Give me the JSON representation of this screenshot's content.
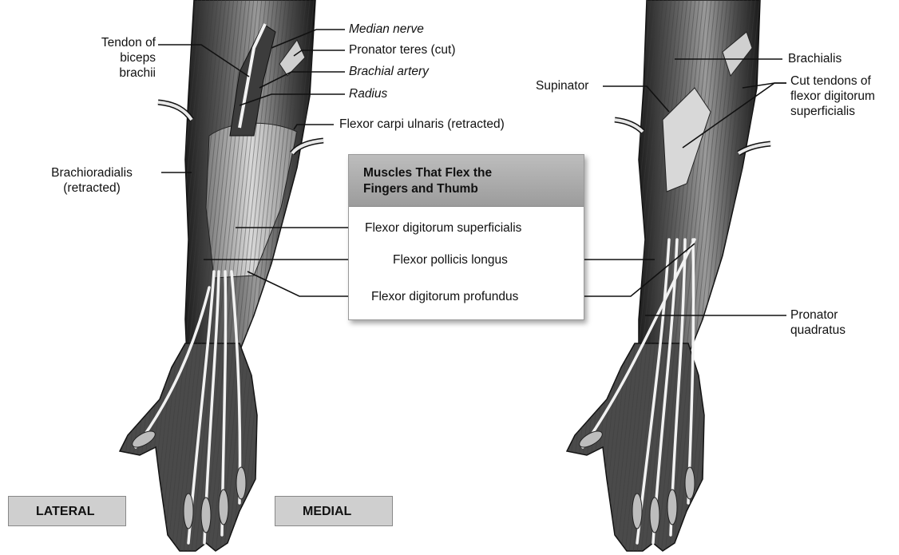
{
  "diagram": {
    "legend_title_line1": "Muscles That Flex the",
    "legend_title_line2": "Fingers and Thumb",
    "legend_items": [
      "Flexor digitorum superficialis",
      "Flexor pollicis longus",
      "Flexor digitorum profundus"
    ],
    "left_labels": {
      "tendon_biceps": [
        "Tendon of",
        "biceps",
        "brachii"
      ],
      "median_nerve": "Median nerve",
      "pronator_teres": "Pronator teres (cut)",
      "brachial_artery": "Brachial artery",
      "radius": "Radius",
      "flexor_carpi_ulnaris": "Flexor carpi ulnaris (retracted)",
      "brachioradialis": [
        "Brachioradialis",
        "(retracted)"
      ]
    },
    "right_labels": {
      "brachialis": "Brachialis",
      "supinator": "Supinator",
      "cut_tendons": [
        "Cut tendons of",
        "flexor digitorum",
        "superficialis"
      ],
      "pronator_quadratus": [
        "Pronator",
        "quadratus"
      ]
    },
    "view_tags": {
      "lateral": "LATERAL",
      "medial": "MEDIAL"
    },
    "colors": {
      "tissue_dark": "#2a2a2a",
      "tissue_mid": "#6e6e6e",
      "tissue_light": "#cfcfcf",
      "tendon": "#f2f2f2",
      "legend_header": "#a8a8a8"
    }
  }
}
